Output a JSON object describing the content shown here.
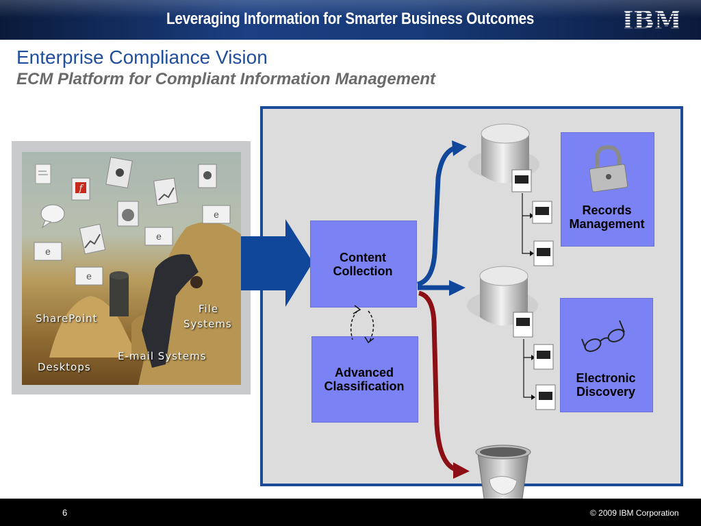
{
  "header": {
    "banner_title": "Leveraging Information for Smarter Business Outcomes",
    "logo_text": "IBM"
  },
  "slide": {
    "title": "Enterprise Compliance Vision",
    "subtitle": "ECM Platform for Compliant Information Management"
  },
  "photo": {
    "labels": {
      "sharepoint": "SharePoint",
      "file_systems_line1": "File",
      "file_systems_line2": "Systems",
      "email_systems": "E-mail Systems",
      "desktops": "Desktops"
    }
  },
  "diagram": {
    "content_collection_line1": "Content",
    "content_collection_line2": "Collection",
    "advanced_classification_line1": "Advanced",
    "advanced_classification_line2": "Classification",
    "records_management_line1": "Records",
    "records_management_line2": "Management",
    "electronic_discovery_line1": "Electronic",
    "electronic_discovery_line2": "Discovery"
  },
  "footer": {
    "page_number": "6",
    "copyright": "© 2009  IBM Corporation"
  },
  "colors": {
    "ibm_blue": "#1a4a98",
    "box_blue": "#7b83f4",
    "red_arrow": "#8b0f14"
  }
}
